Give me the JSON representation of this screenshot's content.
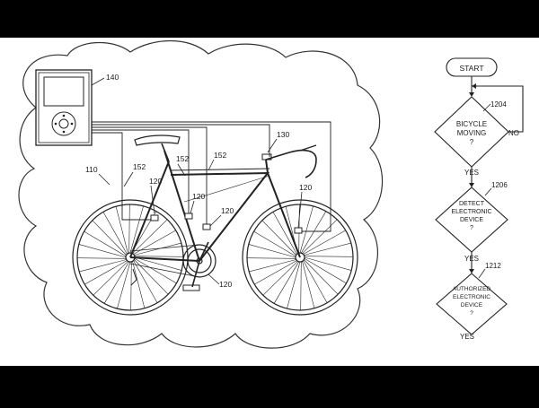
{
  "figure": {
    "ref_110": "110",
    "ref_140": "140",
    "ref_130": "130",
    "ref_152": "152",
    "ref_120": "120"
  },
  "flowchart": {
    "start": "START",
    "step_1204": {
      "ref": "1204",
      "lines": [
        "BICYCLE",
        "MOVING",
        "?"
      ],
      "yes": "YES",
      "no": "NO"
    },
    "step_1206": {
      "ref": "1206",
      "lines": [
        "DETECT",
        "ELECTRONIC",
        "DEVICE",
        "?"
      ],
      "yes": "YES"
    },
    "step_1212": {
      "ref": "1212",
      "lines": [
        "AUTHORIZED",
        "ELECTRONIC",
        "DEVICE",
        "?"
      ],
      "yes": "YES"
    }
  }
}
